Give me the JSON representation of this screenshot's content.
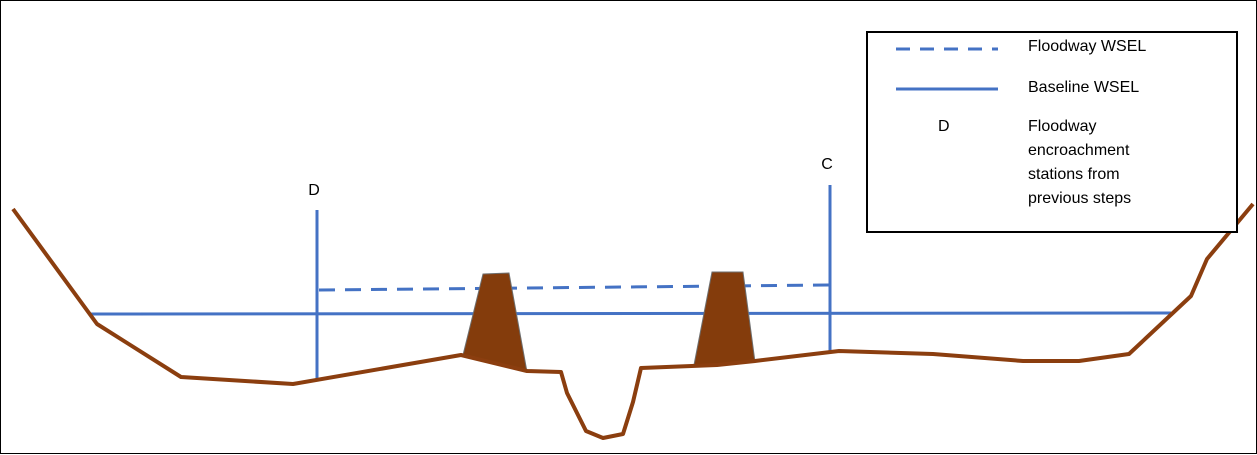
{
  "colors": {
    "terrain": "#8B3E0F",
    "levee_fill": "#843C0C",
    "water": "#4472C4",
    "frame": "#000000"
  },
  "stations": {
    "left_label": "D",
    "right_label": "C"
  },
  "legend": {
    "floodway_wsel": "Floodway WSEL",
    "baseline_wsel": "Baseline WSEL",
    "symbol_letter": "D",
    "encroachment_line1": "Floodway",
    "encroachment_line2": "encroachment",
    "encroachment_line3": "stations from",
    "encroachment_line4": "previous steps"
  }
}
